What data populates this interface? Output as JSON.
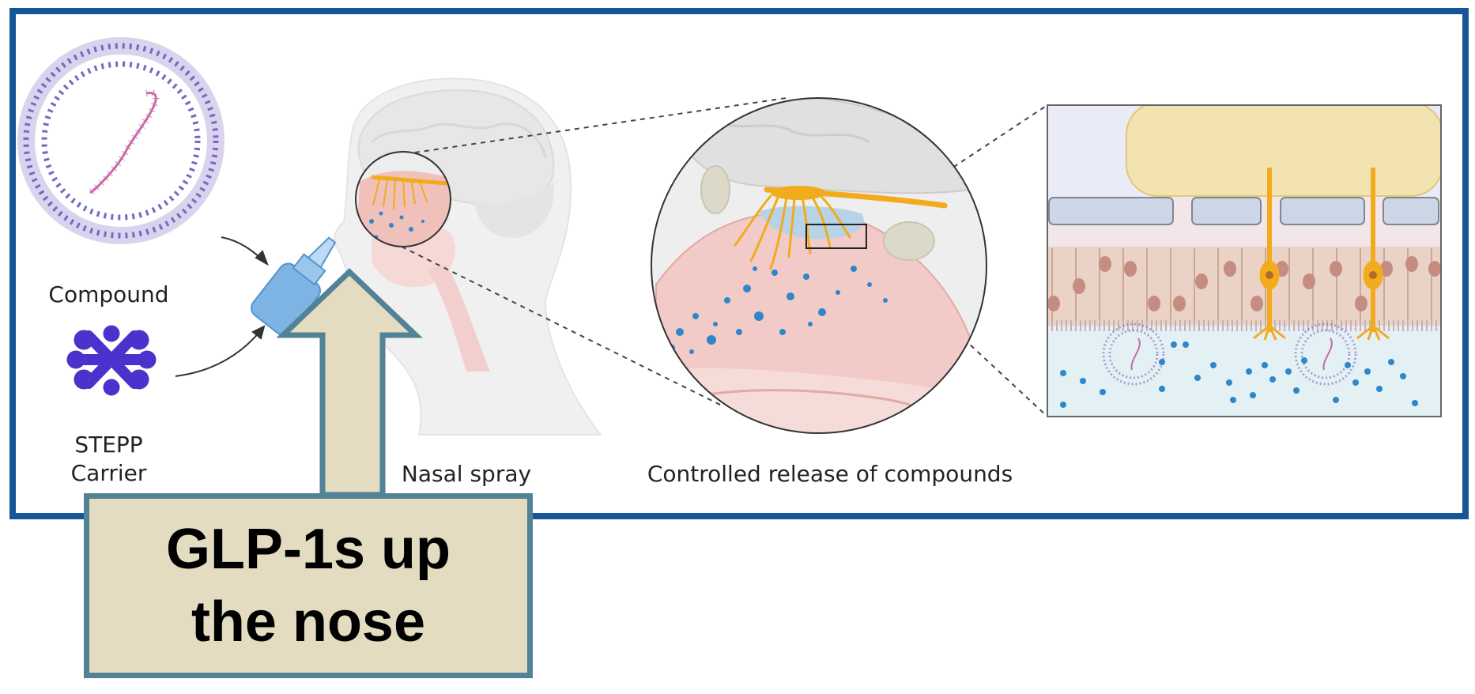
{
  "labels": {
    "compound": "Compound",
    "carrier": "STEPP\nCarrier",
    "nasal_spray": "Nasal spray",
    "controlled_release": "Controlled release of compounds"
  },
  "callout": {
    "text": "GLP-1s up\nthe nose"
  },
  "colors": {
    "frame": "#17559a",
    "callout_fill": "#e4dcc0",
    "callout_border": "#528296",
    "neuron": "#f2ab1c",
    "particles": "#2f86c9",
    "liposome": "#7a68c2",
    "compound": "#4a33cc",
    "nasal_tissue": "#f2cbc8"
  }
}
